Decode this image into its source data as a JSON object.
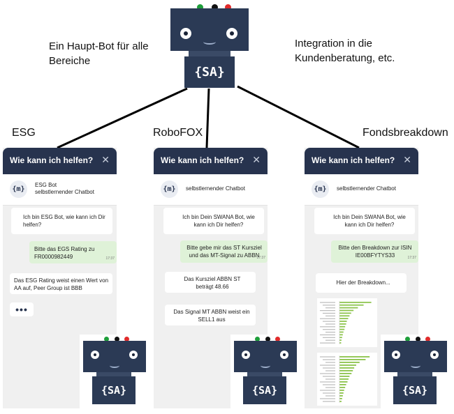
{
  "captions": {
    "left": "Ein Haupt-Bot für alle Bereiche",
    "right": "Integration in die Kundenberatung, etc."
  },
  "robot_badge": "{SA}",
  "panel_labels": [
    "ESG",
    "RoboFOX",
    "Fondsbreakdown"
  ],
  "chat_header_title": "Wie kann ich helfen?",
  "avatar_text": "{m}",
  "chats": [
    {
      "subtitle_line1": "ESG Bot",
      "subtitle_line2": "selbstlernender Chatbot",
      "bot_msg_1": "Ich bin ESG Bot, wie kann ich Dir helfen?",
      "user_msg": "Bitte das EGS Rating zu FR0000982449",
      "user_time": "17:37",
      "bot_msg_2": "Das ESG Rating weist einen Wert von AA auf, Peer Group ist BBB",
      "typing": "•••"
    },
    {
      "subtitle_line1": "selbstlernender Chatbot",
      "bot_msg_1": "Ich bin Dein SWANA Bot, wie kann ich Dir helfen?",
      "user_msg": "Bitte gebe mir das ST Kursziel und das MT-Signal zu ABBN",
      "user_time": "17:37",
      "bot_msg_2": "Das Kursziel ABBN ST beträgt 48.66",
      "bot_msg_3": "Das Signal MT ABBN weist ein SELL1 aus"
    },
    {
      "subtitle_line1": "selbstlernender Chatbot",
      "bot_msg_1": "Ich bin Dein SWANA Bot, wie kann ich Dir helfen?",
      "user_msg": "Bitte den Breakdown zur ISIN IE00BFYTYS33",
      "user_time": "17:37",
      "bot_msg_2": "Hier der Breakdown..."
    }
  ],
  "colors": {
    "navy": "#27334e",
    "robot": "#2b3a55",
    "led_green": "#1e9e3a",
    "led_black": "#111111",
    "led_red": "#e02b2b",
    "user_bubble": "#dff2d8",
    "mini_bar": "#8bc34a"
  },
  "mini_chart_1": {
    "values": [
      0.95,
      0.72,
      0.55,
      0.42,
      0.35,
      0.3,
      0.26,
      0.22,
      0.2,
      0.17,
      0.15,
      0.12,
      0.1,
      0.08,
      0.06,
      0.05
    ]
  },
  "mini_chart_2": {
    "values": [
      0.9,
      0.78,
      0.6,
      0.5,
      0.44,
      0.4,
      0.36,
      0.3,
      0.27,
      0.24,
      0.2,
      0.17,
      0.14,
      0.12,
      0.1,
      0.08,
      0.06
    ]
  }
}
